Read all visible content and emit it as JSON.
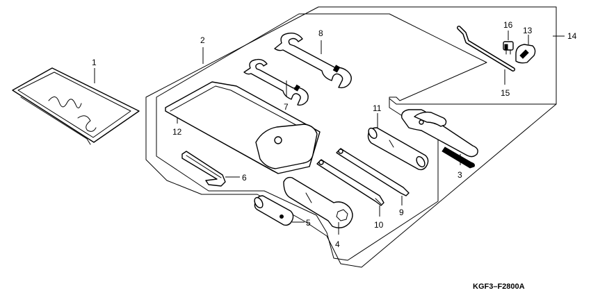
{
  "diagram_code": "KGF3–F2800A",
  "parts": [
    {
      "id": "p1",
      "label": "1",
      "name": "tool-pouch-clear"
    },
    {
      "id": "p2",
      "label": "2",
      "name": "tool-set-group"
    },
    {
      "id": "p3",
      "label": "3",
      "name": "pliers"
    },
    {
      "id": "p4",
      "label": "4",
      "name": "box-spanner"
    },
    {
      "id": "p5",
      "label": "5",
      "name": "socket"
    },
    {
      "id": "p6",
      "label": "6",
      "name": "hex-key"
    },
    {
      "id": "p7",
      "label": "7",
      "name": "open-end-wrench-small"
    },
    {
      "id": "p8",
      "label": "8",
      "name": "open-end-wrench-large"
    },
    {
      "id": "p9",
      "label": "9",
      "name": "screwdriver-flat"
    },
    {
      "id": "p10",
      "label": "10",
      "name": "screwdriver-phillips"
    },
    {
      "id": "p11",
      "label": "11",
      "name": "screwdriver-grip"
    },
    {
      "id": "p12",
      "label": "12",
      "name": "tool-bag"
    },
    {
      "id": "p13",
      "label": "13",
      "name": "fuse-puller"
    },
    {
      "id": "p14",
      "label": "14",
      "name": "fuse-kit-group"
    },
    {
      "id": "p15",
      "label": "15",
      "name": "l-rod"
    },
    {
      "id": "p16",
      "label": "16",
      "name": "fuse"
    }
  ]
}
